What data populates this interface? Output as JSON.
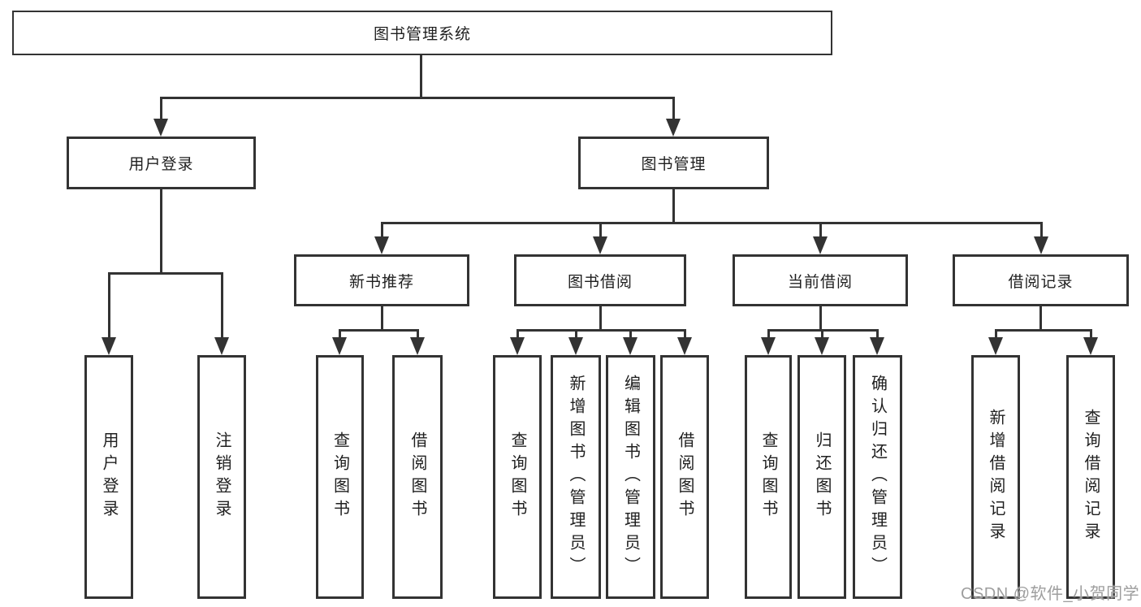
{
  "diagram": {
    "watermark": "CSDN @软件_小贺同学",
    "colors": {
      "line": "#333333",
      "text": "#1f1f1f",
      "box_background": "#ffffff",
      "watermark": "#9e9e9e"
    },
    "tree": {
      "root": {
        "label": "图书管理系统",
        "children": [
          {
            "label": "用户登录",
            "children": [
              {
                "label": "用户登录"
              },
              {
                "label": "注销登录"
              }
            ]
          },
          {
            "label": "图书管理",
            "children": [
              {
                "label": "新书推荐",
                "children": [
                  {
                    "label": "查询图书"
                  },
                  {
                    "label": "借阅图书"
                  }
                ]
              },
              {
                "label": "图书借阅",
                "children": [
                  {
                    "label": "查询图书"
                  },
                  {
                    "label": "新增图书（管理员）"
                  },
                  {
                    "label": "编辑图书（管理员）"
                  },
                  {
                    "label": "借阅图书"
                  }
                ]
              },
              {
                "label": "当前借阅",
                "children": [
                  {
                    "label": "查询图书"
                  },
                  {
                    "label": "归还图书"
                  },
                  {
                    "label": "确认归还（管理员）"
                  }
                ]
              },
              {
                "label": "借阅记录",
                "children": [
                  {
                    "label": "新增借阅记录"
                  },
                  {
                    "label": "查询借阅记录"
                  }
                ]
              }
            ]
          }
        ]
      }
    }
  }
}
